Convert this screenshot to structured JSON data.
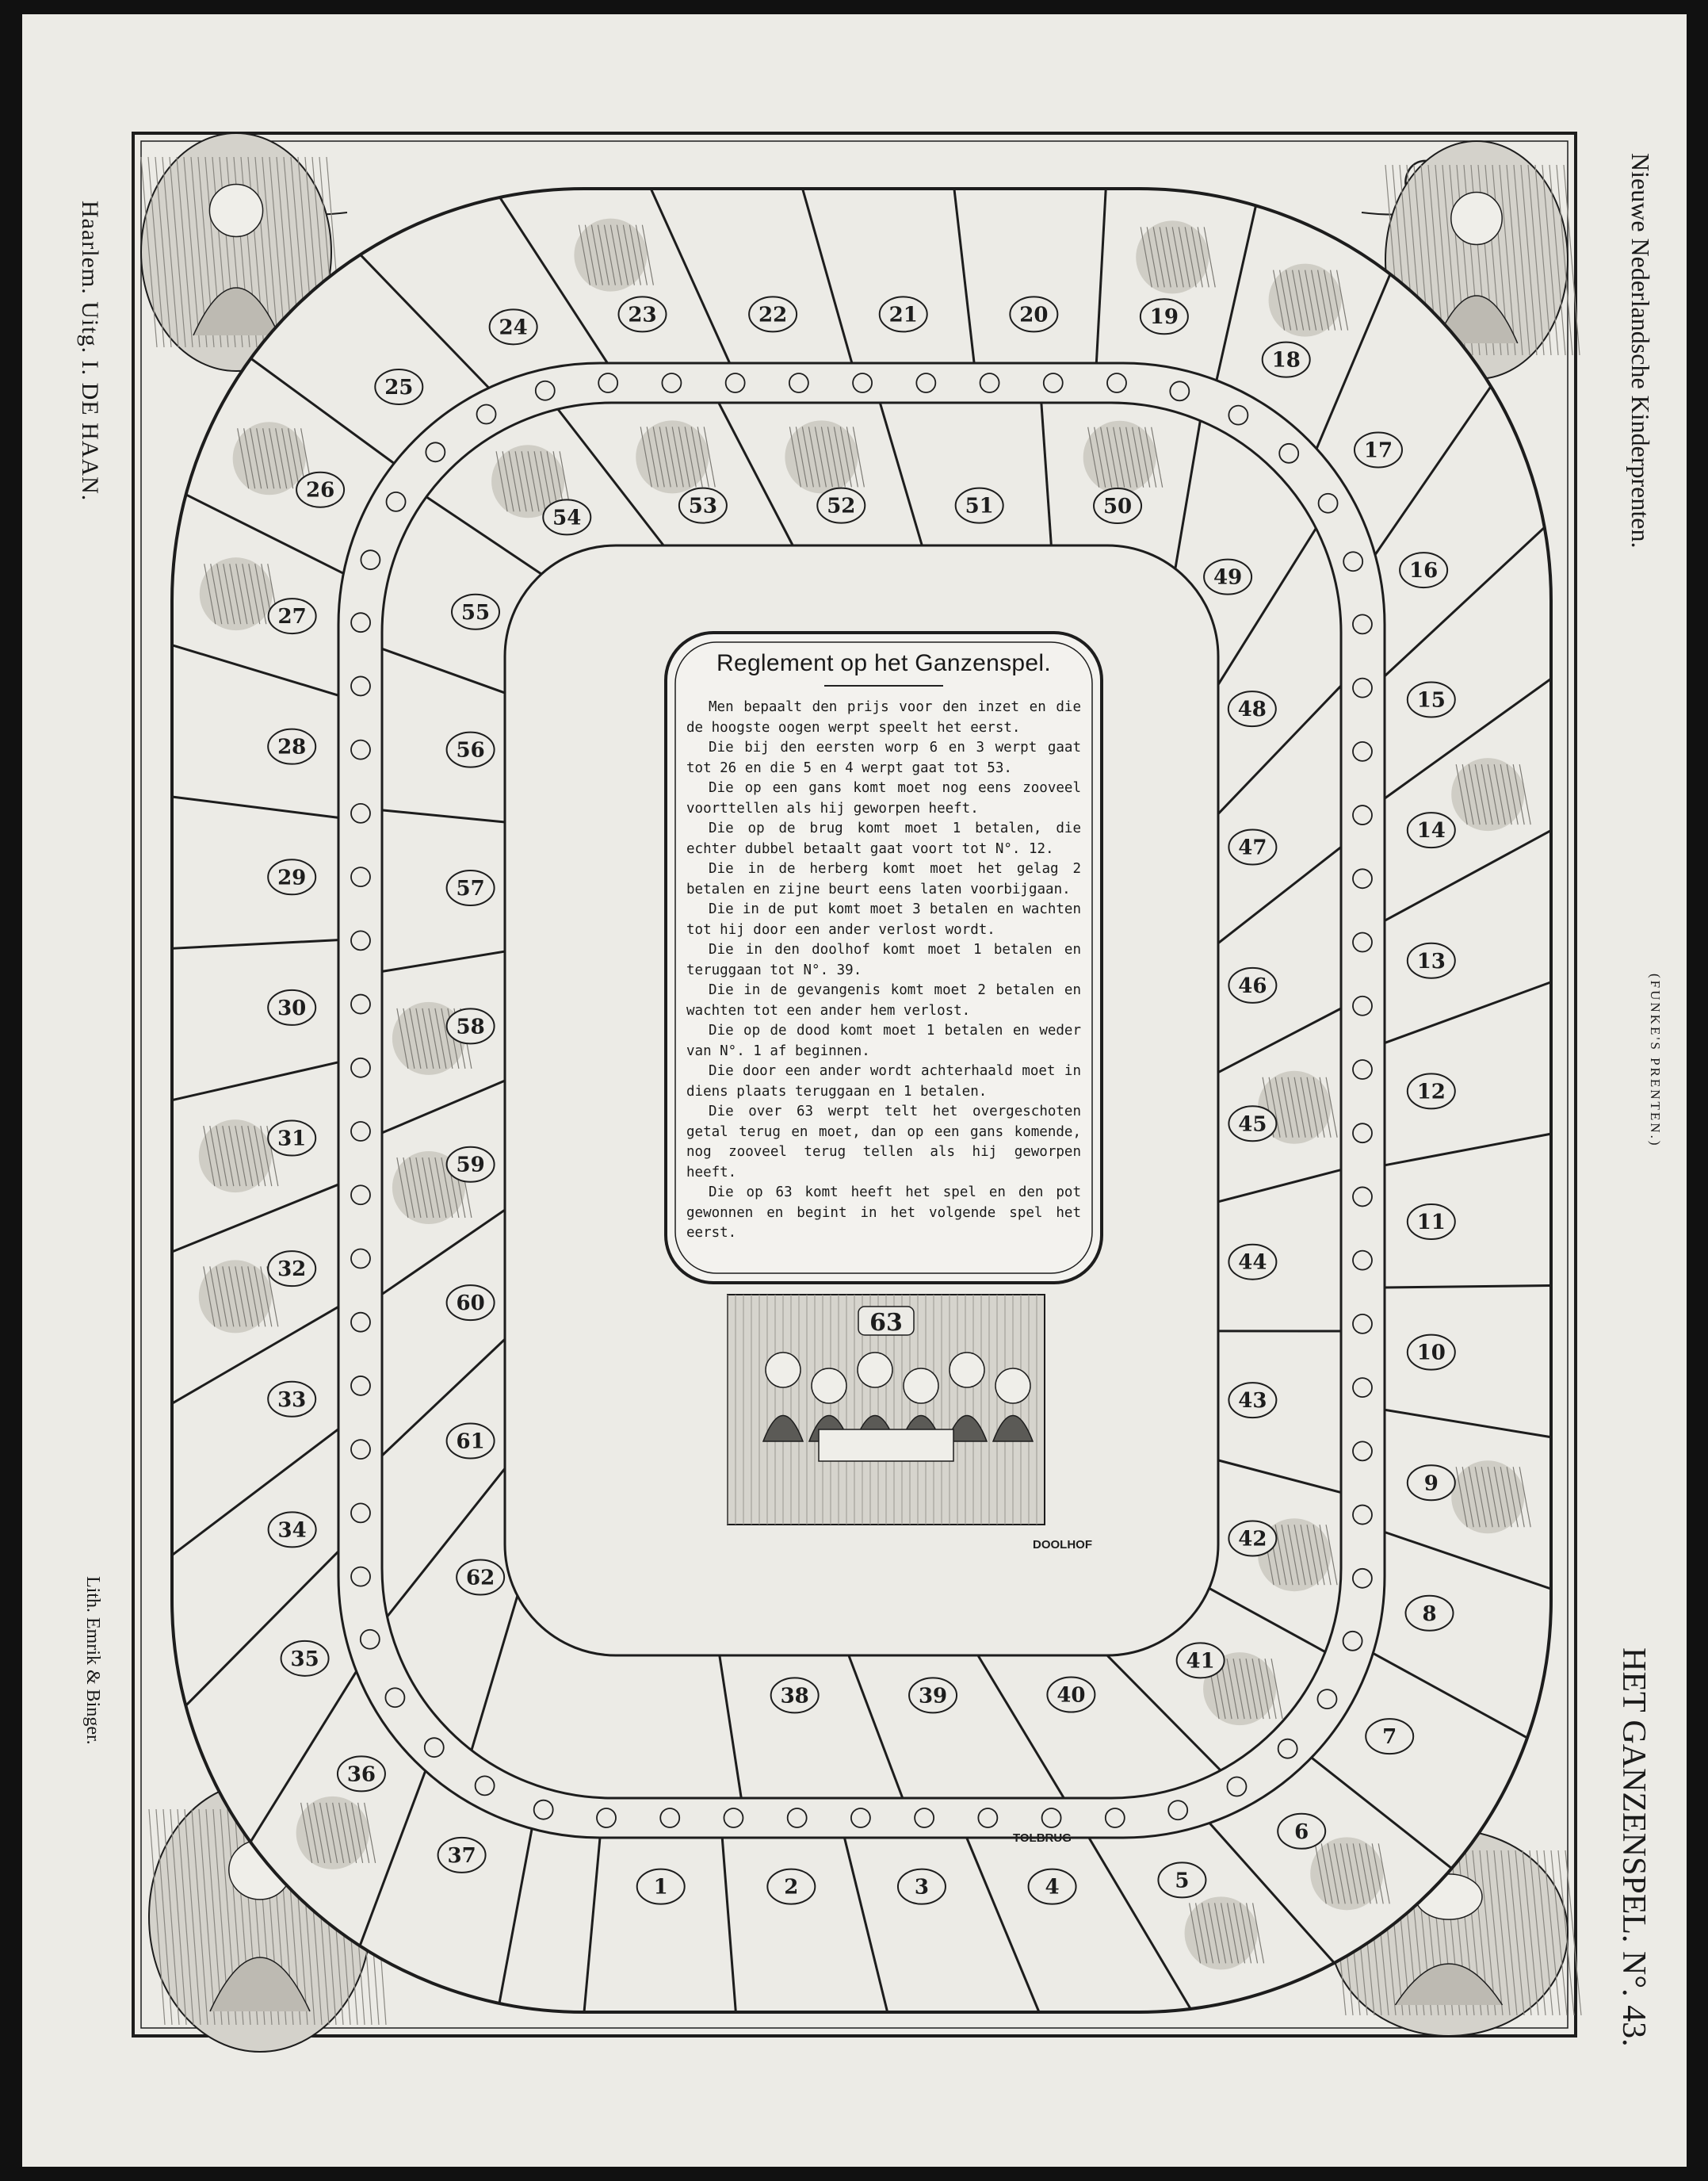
{
  "rules": {
    "title": "Reglement op het Ganzenspel.",
    "items": [
      "Men bepaalt den prijs voor den inzet en die de hoogste oogen werpt speelt het eerst.",
      "Die bij den eersten worp 6 en 3 werpt gaat tot 26 en die 5 en 4 werpt gaat tot 53.",
      "Die op een gans komt moet nog eens zooveel voorttellen als hij geworpen heeft.",
      "Die op de brug komt moet 1 betalen, die echter dubbel betaalt gaat voort tot N°. 12.",
      "Die in de herberg komt moet het gelag 2 betalen en zijne beurt eens laten voorbijgaan.",
      "Die in de put komt moet 3 betalen en wachten tot hij door een ander verlost wordt.",
      "Die in den doolhof komt moet 1 betalen en teruggaan tot N°. 39.",
      "Die in de gevangenis komt moet 2 betalen en wachten tot een ander hem verlost.",
      "Die op de dood komt moet 1 betalen en weder van N°. 1 af beginnen.",
      "Die door een ander wordt achterhaald moet in diens plaats teruggaan en 1 betalen.",
      "Die over 63 werpt telt het overgeschoten getal terug en moet, dan op een gans komende, nog zooveel terug tellen als hij geworpen heeft.",
      "Die op 63 komt heeft het spel en den pot gewonnen en begint in het volgende spel het eerst."
    ]
  },
  "margin_text": {
    "left_publisher": "Haarlem.  Uitg. I. DE HAAN.",
    "left_lithographer": "Lith. Emrik & Binger.",
    "right_series": "Nieuwe Nederlandsche Kinderprenten.",
    "right_funke": "(FUNKE'S PRENTEN.)",
    "right_title": "HET GANZENSPEL.  N°. 43."
  },
  "board": {
    "square_labels": [
      "1",
      "2",
      "3",
      "4",
      "5",
      "6",
      "7",
      "8",
      "9",
      "10",
      "11",
      "12",
      "13",
      "14",
      "15",
      "16",
      "17",
      "18",
      "19",
      "20",
      "21",
      "22",
      "23",
      "24",
      "25",
      "26",
      "27",
      "28",
      "29",
      "30",
      "31",
      "32",
      "33",
      "34",
      "35",
      "36",
      "37",
      "38",
      "39",
      "40",
      "41",
      "42",
      "43",
      "44",
      "45",
      "46",
      "47",
      "48",
      "49",
      "50",
      "51",
      "52",
      "53",
      "54",
      "55",
      "56",
      "57",
      "58",
      "59",
      "60",
      "61",
      "62",
      "63"
    ],
    "special_labels": {
      "doolhof": "DOOLHOF",
      "tolbrug": "TOLBRUG"
    },
    "illustrated_squares": [
      5,
      6,
      9,
      14,
      18,
      19,
      23,
      26,
      27,
      31,
      32,
      36,
      41,
      42,
      45,
      50,
      52,
      53,
      54,
      58,
      59,
      63
    ],
    "ink_color": "#1d1d1d",
    "paper_color": "#ecebe6"
  }
}
